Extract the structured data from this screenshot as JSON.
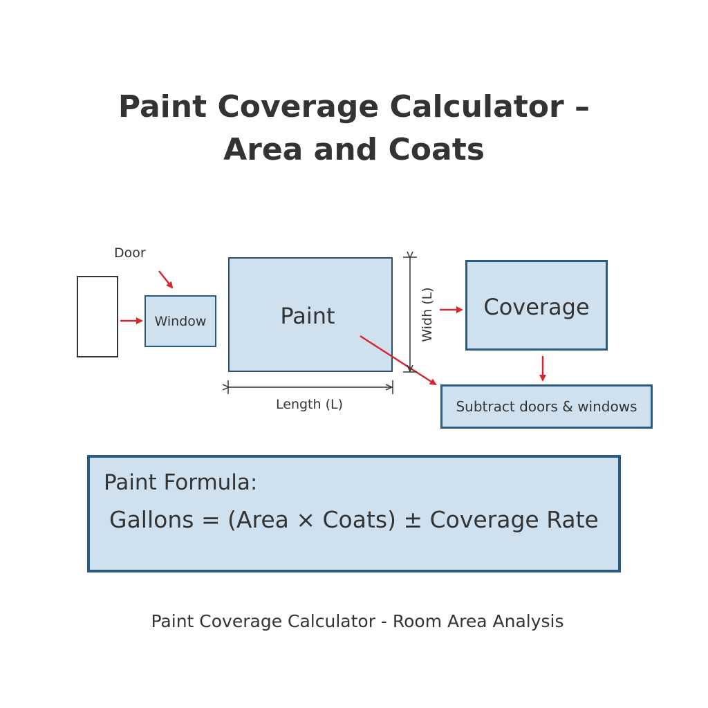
{
  "title": "Paint Coverage Calculator – Area and Coats",
  "labels": {
    "door": "Door",
    "window": "Window",
    "paint": "Paint",
    "width": "Widh (L)",
    "length": "Length (L)",
    "coverage": "Coverage",
    "subtract": "Subtract doors & windows"
  },
  "formula": {
    "heading": "Paint Formula:",
    "text": "Gallons = (Area × Coats) ± Coverage Rate"
  },
  "caption": "Paint Coverage Calculator - Room Area Analysis",
  "colors": {
    "box_fill": "#cfe1ef",
    "box_border": "#2a5a7e",
    "arrow": "#d6262e",
    "text": "#333333"
  }
}
